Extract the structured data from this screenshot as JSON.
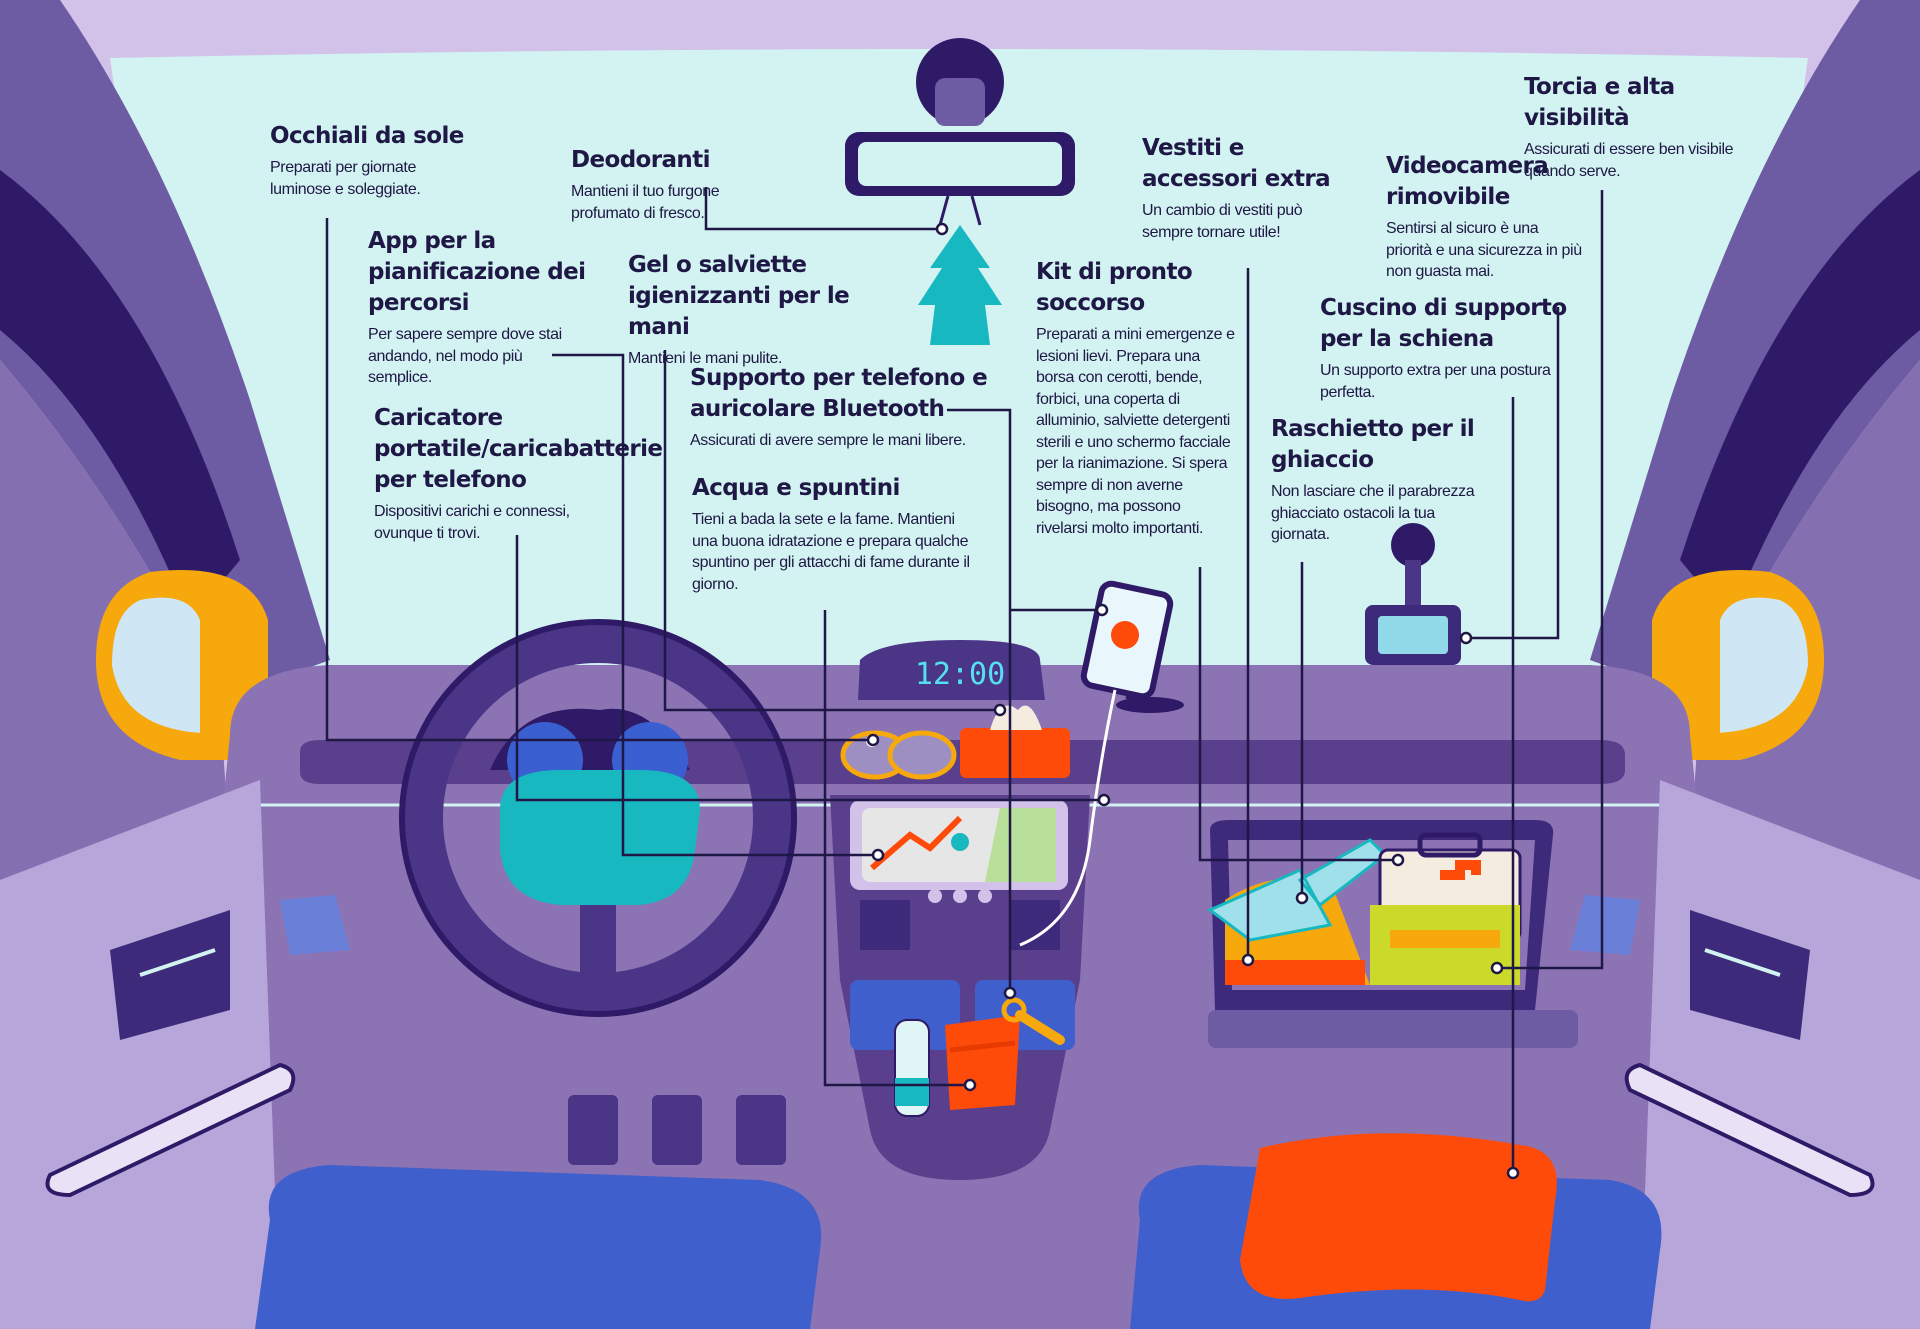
{
  "dashboard": {
    "clock": "12:00"
  },
  "callouts": [
    {
      "id": "sunglasses",
      "title": "Occhiali da sole",
      "desc": "Preparati per giornate luminose e soleggiate."
    },
    {
      "id": "deodorant",
      "title": "Deodoranti",
      "desc": "Mantieni il tuo furgone profumato di fresco."
    },
    {
      "id": "route-app",
      "title": "App per la pianificazione dei percorsi",
      "desc": "Per sapere sempre dove stai andando, nel modo più semplice."
    },
    {
      "id": "hand-gel",
      "title": "Gel o salviette igienizzanti per le mani",
      "desc": "Mantieni le mani pulite."
    },
    {
      "id": "phone-holder",
      "title": "Supporto per telefono e auricolare Bluetooth",
      "desc": "Assicurati di avere sempre le mani libere."
    },
    {
      "id": "charger",
      "title": "Caricatore portatile/caricabatterie per telefono",
      "desc": "Dispositivi carichi e connessi, ovunque ti trovi."
    },
    {
      "id": "water-snacks",
      "title": "Acqua e spuntini",
      "desc": "Tieni a bada la sete e la fame. Mantieni una buona idratazione e prepara qualche spuntino per gli attacchi di fame durante il giorno."
    },
    {
      "id": "first-aid",
      "title": "Kit di pronto soccorso",
      "desc": "Preparati a mini emergenze e lesioni lievi. Prepara una borsa con cerotti, bende, forbici, una coperta di alluminio, salviette detergenti sterili e uno schermo facciale per la rianimazione. Si spera sempre di non averne bisogno, ma possono rivelarsi molto importanti."
    },
    {
      "id": "spare-clothes",
      "title": "Vestiti e accessori extra",
      "desc": "Un cambio di vestiti può sempre tornare utile!"
    },
    {
      "id": "dashcam",
      "title": "Videocamera rimovibile",
      "desc": "Sentirsi al sicuro è una priorità e una sicurezza in più non guasta mai."
    },
    {
      "id": "torch",
      "title": "Torcia e alta visibilità",
      "desc": "Assicurati di essere ben visibile quando serve."
    },
    {
      "id": "back-cushion",
      "title": "Cuscino di supporto per la schiena",
      "desc": "Un supporto extra per una postura perfetta."
    },
    {
      "id": "ice-scraper",
      "title": "Raschietto per il ghiaccio",
      "desc": "Non lasciare che il parabrezza ghiacciato ostacoli la tua giornata."
    }
  ],
  "colors": {
    "background": "#d2c2ea",
    "windshield": "#d2f3f1",
    "dashboard": "#8b73b4",
    "dark_purple": "#2e1a66",
    "accent_orange": "#ff4b0a",
    "teal": "#18b8c0",
    "seat_blue": "#3f5fcc",
    "text": "#1f1745"
  }
}
